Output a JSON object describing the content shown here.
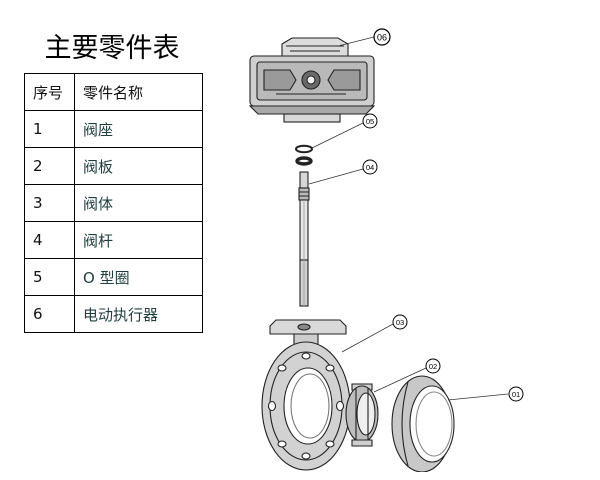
{
  "title": "主要零件表",
  "table": {
    "headers": [
      "序号",
      "零件名称"
    ],
    "rows": [
      {
        "no": "1",
        "name": "阀座"
      },
      {
        "no": "2",
        "name": "阀板"
      },
      {
        "no": "3",
        "name": "阀体"
      },
      {
        "no": "4",
        "name": "阀杆"
      },
      {
        "no": "5",
        "name": "O 型圈"
      },
      {
        "no": "6",
        "name": "电动执行器"
      }
    ]
  },
  "callouts": [
    "06",
    "05",
    "04",
    "03",
    "02",
    "01"
  ]
}
